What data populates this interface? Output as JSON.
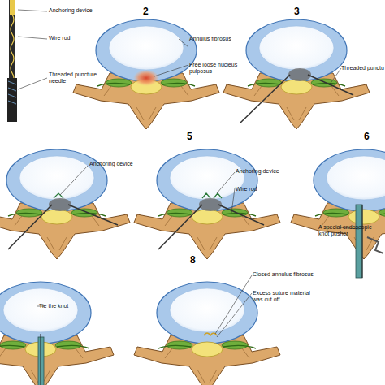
{
  "diagram": {
    "labels": [
      "Anchoring device",
      "Wire rod",
      "Threaded puncture needle",
      "2",
      "Annulus fibrosus",
      "Free loose nucleus pulposus",
      "3",
      "Threaded punctu",
      "Anchoring device",
      "5",
      "Anchoring device",
      "Wire rod",
      "6",
      "A special endoscopic knot pusher",
      "Tie the knot",
      "8",
      "Closed annulus fibrosus",
      "Excess suture material was cut off"
    ]
  }
}
